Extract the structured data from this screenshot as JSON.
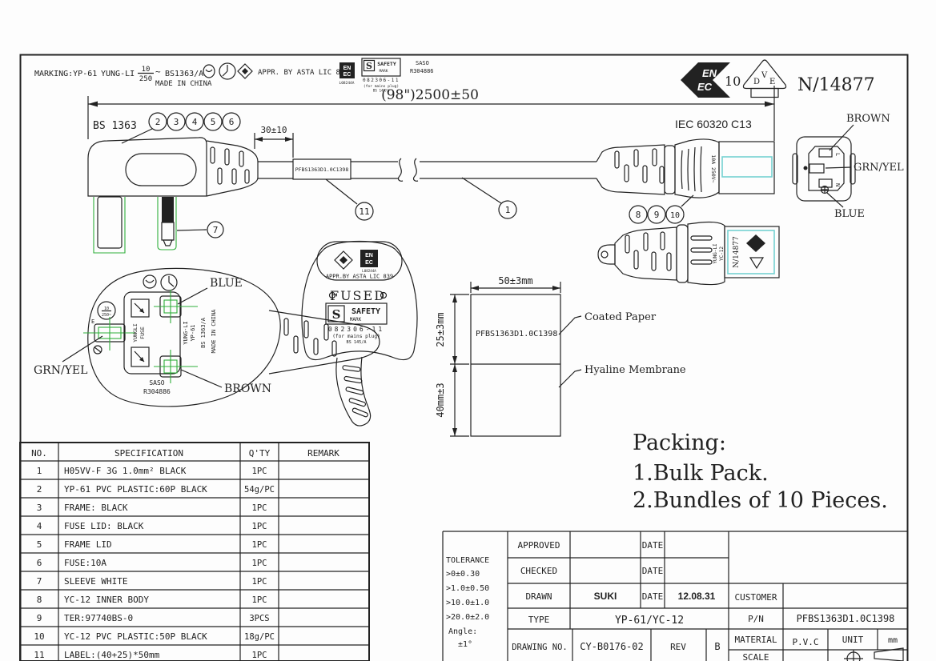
{
  "marking": {
    "prefix": "MARKING:YP-61",
    "brand": "YUNG-LI",
    "volt_top": "10",
    "volt_bottom": "250",
    "tilde": "~",
    "standard": "BS1363/A",
    "made_in": "MADE IN CHINA",
    "approval": "APPR. BY ASTA LIC 839",
    "enec_top": "EN",
    "enec_bottom": "EC",
    "enec_code": "L08244A",
    "safety_s": "S",
    "safety_word": "SAFETY",
    "mark_word": "MARK",
    "safety_no": "082306-11",
    "safety_note": "(for mains plug)",
    "safety_std": "BS 145/A",
    "saso": "SASO",
    "saso_no": "R304886"
  },
  "cert": {
    "enec_number": "10",
    "vde_d": "D",
    "vde_v": "V",
    "vde_e": "E",
    "number": "N/14877"
  },
  "dims": {
    "overall": "(98\")2500±50",
    "offset": "30±10",
    "width": "50±3mm",
    "top": "25±3mm",
    "bottom": "40mm±3"
  },
  "plug": {
    "standard": "BS 1363"
  },
  "connector": {
    "standard": "IEC 60320 C13",
    "rating": "10A 250V~",
    "brand1": "YUNG-LI",
    "brand2": "YC-12",
    "cert_number": "N/14877",
    "pin_l": "L",
    "pin_n": "N"
  },
  "wires": {
    "brown": "BROWN",
    "grnyel": "GRN/YEL",
    "blue": "BLUE"
  },
  "cable_label": {
    "part_no": "PFBS1363D1.0C1398",
    "coated": "Coated Paper",
    "hyaline": "Hyaline Membrane"
  },
  "plug_detail": {
    "earth": "E",
    "fuse1": "YUNGLI",
    "fuse2": "FUSE",
    "brand1": "YUNG-LI",
    "brand2": "YP-61",
    "std": "BS 1363/A",
    "made": "MADE IN CHINA",
    "saso": "SASO",
    "saso_no": "R304886",
    "rate_top": "10",
    "rate_bottom": "250~"
  },
  "plug_front": {
    "approval": "APPR.BY ASTA LIC 839",
    "fused": "FUSED",
    "s": "S",
    "safety": "SAFETY",
    "mark": "MARK",
    "no": "082306-11",
    "note": "(for mains plug)",
    "std": "BS 145/A",
    "code": "L08244A"
  },
  "packing": {
    "title": "Packing:",
    "item1": "1.Bulk Pack.",
    "item2": "2.Bundles of 10 Pieces."
  },
  "callouts": {
    "n1": "1",
    "n2": "2",
    "n3": "3",
    "n4": "4",
    "n5": "5",
    "n6": "6",
    "n7": "7",
    "n8": "8",
    "n9": "9",
    "n10": "10",
    "n11": "11"
  },
  "parts_table": {
    "headers": {
      "no": "NO.",
      "spec": "SPECIFICATION",
      "qty": "Q'TY",
      "remark": "REMARK"
    },
    "rows": [
      {
        "no": "1",
        "spec": "H05VV-F 3G 1.0mm² BLACK",
        "qty": "1PC"
      },
      {
        "no": "2",
        "spec": "YP-61 PVC PLASTIC:60P BLACK",
        "qty": "54g/PC"
      },
      {
        "no": "3",
        "spec": "FRAME: BLACK",
        "qty": "1PC"
      },
      {
        "no": "4",
        "spec": "FUSE LID: BLACK",
        "qty": "1PC"
      },
      {
        "no": "5",
        "spec": "FRAME LID",
        "qty": "1PC"
      },
      {
        "no": "6",
        "spec": "FUSE:10A",
        "qty": "1PC"
      },
      {
        "no": "7",
        "spec": "SLEEVE WHITE",
        "qty": "1PC"
      },
      {
        "no": "8",
        "spec": "YC-12 INNER BODY",
        "qty": "1PC"
      },
      {
        "no": "9",
        "spec": "TER:97740BS-0",
        "qty": "3PCS"
      },
      {
        "no": "10",
        "spec": "YC-12 PVC PLASTIC:50P BLACK",
        "qty": "18g/PC"
      },
      {
        "no": "11",
        "spec": "LABEL:(40+25)*50mm",
        "qty": "1PC"
      }
    ]
  },
  "title_block": {
    "tolerance": {
      "title": "TOLERANCE",
      "lines": [
        ">0±0.30",
        ">1.0±0.50",
        ">10.0±1.0",
        ">20.0±2.0",
        "Angle:",
        "±1°"
      ]
    },
    "approved_label": "APPROVED",
    "checked_label": "CHECKED",
    "drawn_label": "DRAWN",
    "type_label": "TYPE",
    "drawing_no_label": "DRAWING NO.",
    "date_label": "DATE",
    "drawn_value": "SUKI",
    "drawn_date": "12.08.31",
    "type_value": "YP-61/YC-12",
    "drawing_no_value": "CY-B0176-02",
    "rev_label": "REV",
    "rev_value": "B",
    "customer_label": "CUSTOMER",
    "pn_label": "P/N",
    "pn_value": "PFBS1363D1.0C1398",
    "material_label": "MATERIAL",
    "material_value": "P.V.C",
    "unit_label": "UNIT",
    "unit_value": "mm",
    "scale_label": "SCALE"
  }
}
